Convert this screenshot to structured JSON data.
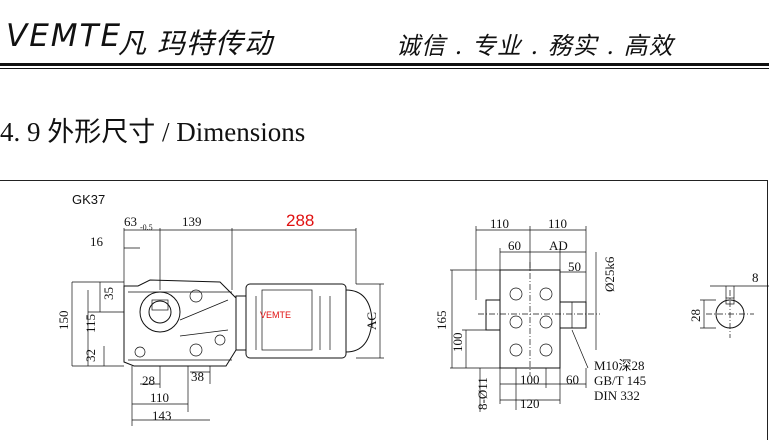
{
  "header": {
    "brand": "VEMTE",
    "brand_cn": "凡 玛特传动",
    "slogan": "诚信 . 专业 . 務实 . 高效",
    "section_title": "4. 9 外形尺寸 / Dimensions"
  },
  "drawing": {
    "model": "GK37",
    "watermark": "VEMTE",
    "dims_side": {
      "d63": "63",
      "tol": "-0.5",
      "d139": "139",
      "d288": "288",
      "d16": "16",
      "d35": "35",
      "d150": "150",
      "d115": "115",
      "d32": "32",
      "d28": "28",
      "d38": "38",
      "d110": "110",
      "d143": "143",
      "ac": "AC"
    },
    "dims_front": {
      "d110a": "110",
      "d110b": "110",
      "d60": "60",
      "ad": "AD",
      "d50": "50",
      "shaft": "Ø25k6",
      "d165": "165",
      "d100v": "100",
      "holes": "8-Ø11",
      "d100h": "100",
      "d60b": "60",
      "d120": "120",
      "note1": "M10深28",
      "note2": "GB/T 145",
      "note3": "DIN 332"
    },
    "dims_key": {
      "d8": "8",
      "d28": "28"
    }
  }
}
